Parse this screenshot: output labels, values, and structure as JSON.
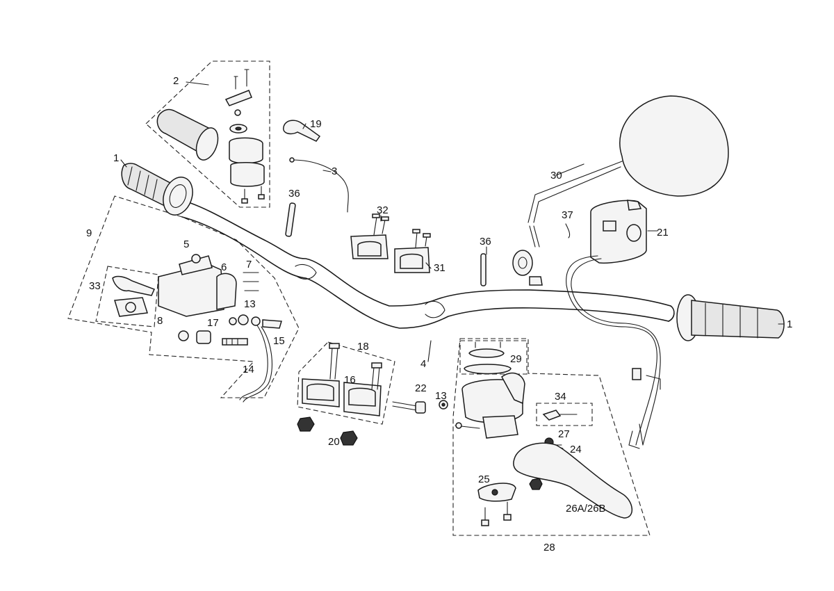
{
  "labels": {
    "l1a": "1",
    "l1b": "1",
    "l2": "2",
    "l3": "3",
    "l4": "4",
    "l5": "5",
    "l6": "6",
    "l7": "7",
    "l8": "8",
    "l9": "9",
    "l13a": "13",
    "l13b": "13",
    "l14": "14",
    "l15": "15",
    "l16": "16",
    "l17": "17",
    "l18": "18",
    "l19": "19",
    "l20": "20",
    "l21": "21",
    "l22": "22",
    "l24": "24",
    "l25": "25",
    "l26": "26A/26B",
    "l27": "27",
    "l28": "28",
    "l29": "29",
    "l30": "30",
    "l31": "31",
    "l32": "32",
    "l33": "33",
    "l34": "34",
    "l36a": "36",
    "l36b": "36",
    "l37": "37"
  }
}
